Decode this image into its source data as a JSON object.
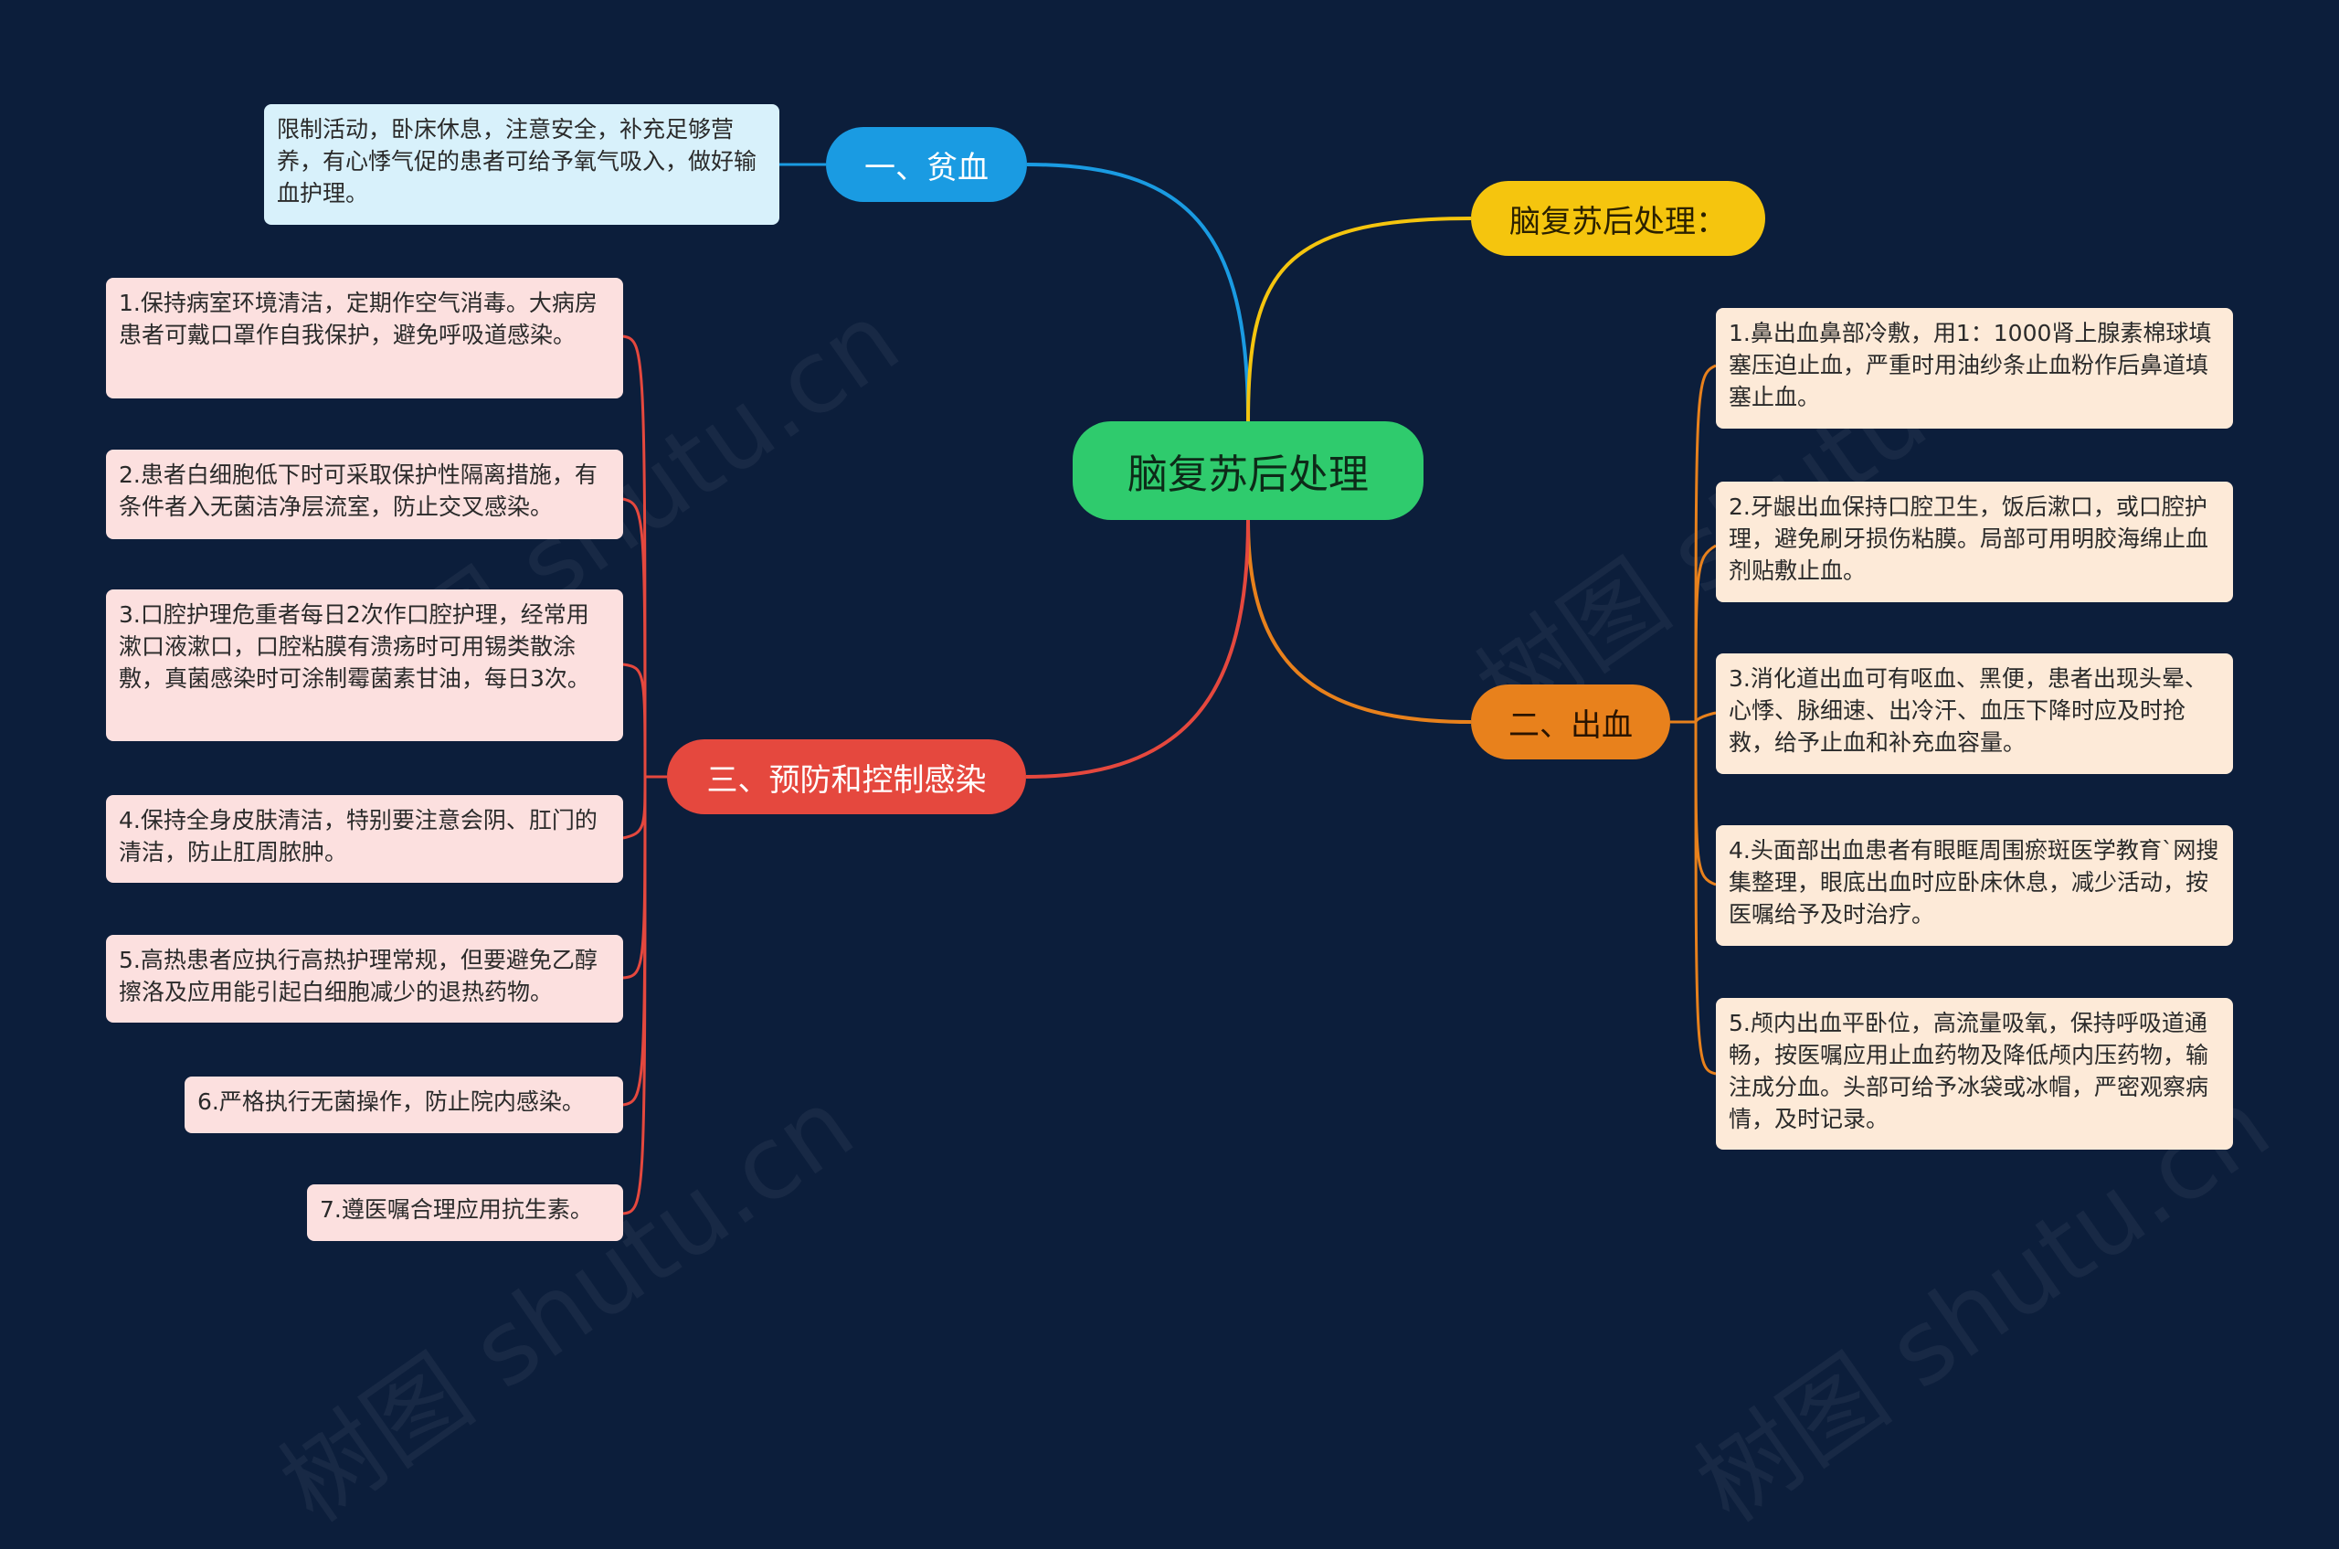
{
  "colors": {
    "background": "#0c1e3b",
    "center": "#2fcb6d",
    "anemia": "#1a9be2",
    "title_branch": "#f5c50e",
    "bleeding": "#e8811c",
    "infection": "#e5483e",
    "leaf_blue": "#d8f1fb",
    "leaf_red": "#fce0df",
    "leaf_orange": "#fdead8"
  },
  "watermark": "树图 shutu.cn",
  "center": {
    "label": "脑复苏后处理"
  },
  "branches": {
    "anemia": {
      "label": "一、贫血",
      "items": [
        "限制活动，卧床休息，注意安全，补充足够营养，有心悸气促的患者可给予氧气吸入，做好输血护理。"
      ]
    },
    "title": {
      "label": "脑复苏后处理："
    },
    "bleeding": {
      "label": "二、出血",
      "items": [
        "1.鼻出血鼻部冷敷，用1：1000肾上腺素棉球填塞压迫止血，严重时用油纱条止血粉作后鼻道填塞止血。",
        "2.牙龈出血保持口腔卫生，饭后漱口，或口腔护理，避免刷牙损伤粘膜。局部可用明胶海绵止血剂贴敷止血。",
        "3.消化道出血可有呕血、黑便，患者出现头晕、心悸、脉细速、出冷汗、血压下降时应及时抢救，给予止血和补充血容量。",
        "4.头面部出血患者有眼眶周围瘀斑医学教育`网搜集整理，眼底出血时应卧床休息，减少活动，按医嘱给予及时治疗。",
        "5.颅内出血平卧位，高流量吸氧，保持呼吸道通畅，按医嘱应用止血药物及降低颅内压药物，输注成分血。头部可给予冰袋或冰帽，严密观察病情，及时记录。"
      ]
    },
    "infection": {
      "label": "三、预防和控制感染",
      "items": [
        "1.保持病室环境清洁，定期作空气消毒。大病房患者可戴口罩作自我保护，避免呼吸道感染。",
        "2.患者白细胞低下时可采取保护性隔离措施，有条件者入无菌洁净层流室，防止交叉感染。",
        "3.口腔护理危重者每日2次作口腔护理，经常用漱口液漱口，口腔粘膜有溃疡时可用锡类散涂敷，真菌感染时可涂制霉菌素甘油，每日3次。",
        "4.保持全身皮肤清洁，特别要注意会阴、肛门的清洁，防止肛周脓肿。",
        "5.高热患者应执行高热护理常规，但要避免乙醇擦洛及应用能引起白细胞减少的退热药物。",
        "6.严格执行无菌操作，防止院内感染。",
        "7.遵医嘱合理应用抗生素。"
      ]
    }
  }
}
